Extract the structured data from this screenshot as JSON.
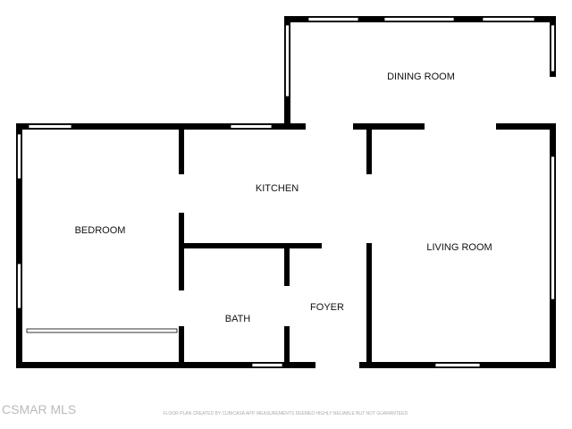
{
  "rooms": {
    "dining": "DINING ROOM",
    "kitchen": "KITCHEN",
    "bedroom": "BEDROOM",
    "living": "LIVING ROOM",
    "bath": "BATH",
    "foyer": "FOYER"
  },
  "watermark": "CSMAR MLS",
  "disclaimer": "FLOOR PLAN CREATED BY CUBICASA APP. MEASUREMENTS DEEMED HIGHLY RELIABLE BUT NOT GUARANTEED.",
  "colors": {
    "wall": "#000000",
    "window": "#ffffff"
  }
}
